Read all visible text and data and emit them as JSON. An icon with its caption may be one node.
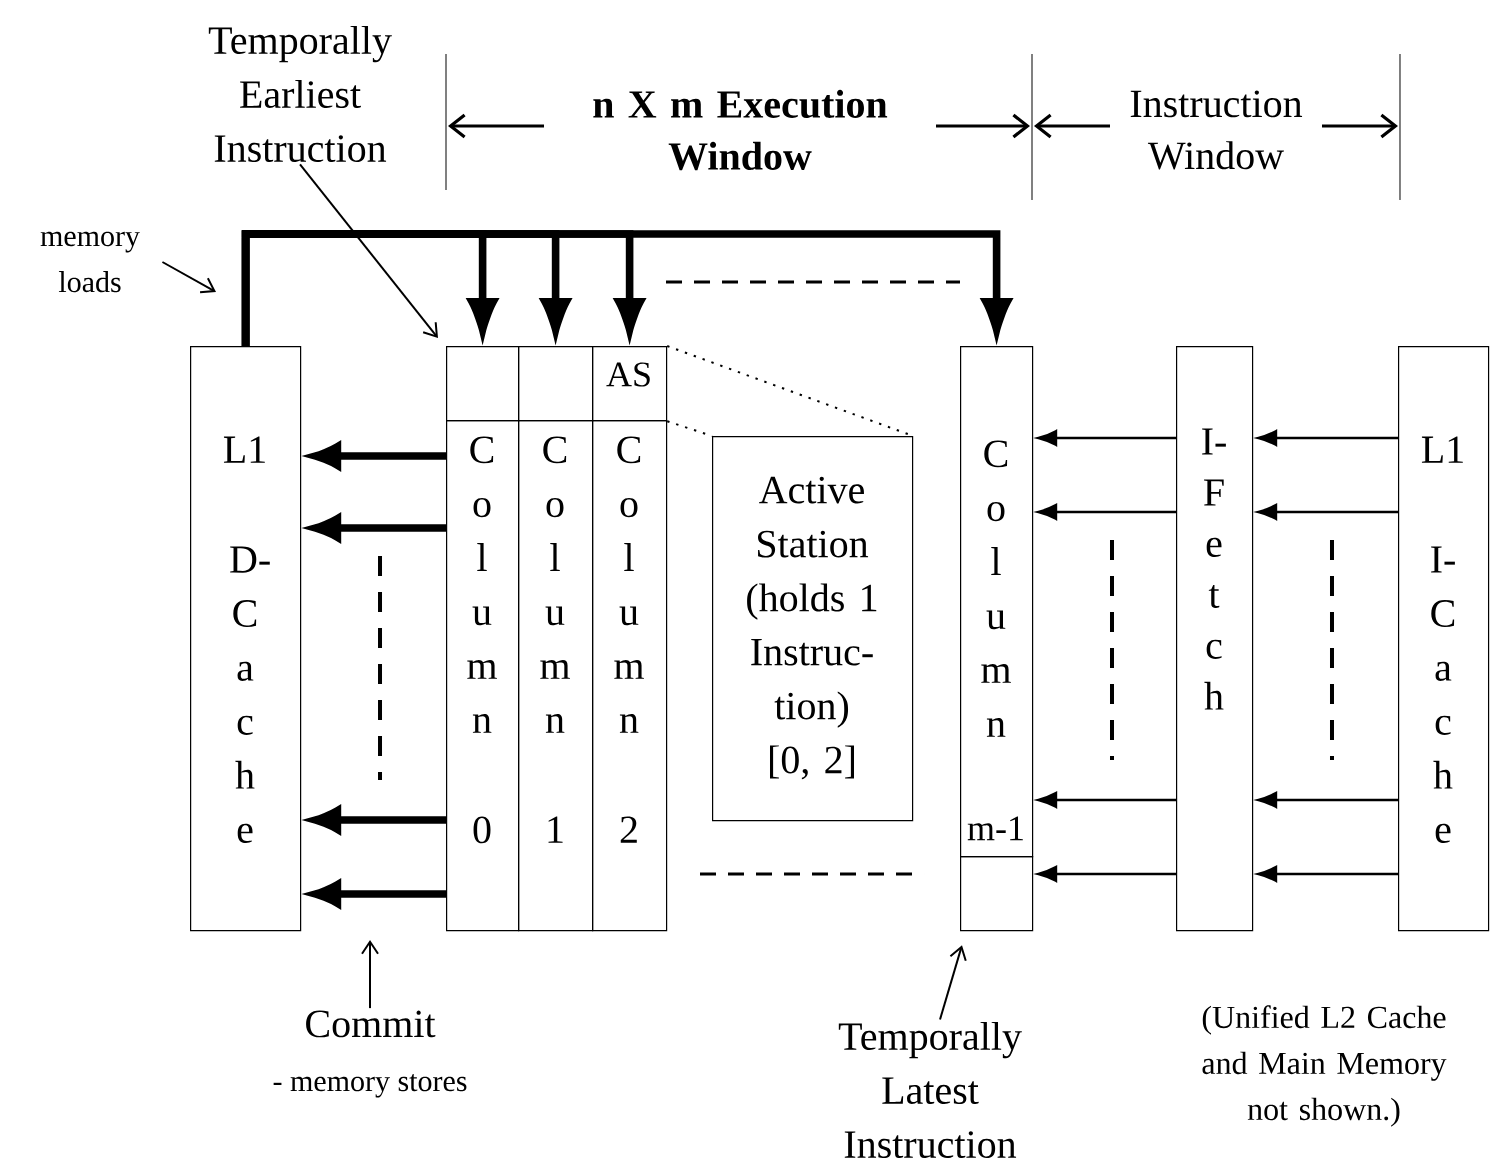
{
  "diagram": {
    "nodes": [
      {
        "text": [
          "Temporally Earliest Instruction"
        ]
      },
      {
        "text": [
          "memory loads"
        ]
      },
      {
        "text": [
          "L1",
          "D- C a c h e"
        ]
      },
      {
        "text": [],
        "shape": "box"
      },
      {
        "text": [],
        "shape": "box"
      },
      {
        "text": [
          "AS"
        ]
      },
      {
        "text": [
          "C o l u m n",
          "0"
        ]
      },
      {
        "text": [
          "C o l u m n",
          "1"
        ]
      },
      {
        "text": [
          "C o l u m n",
          "2"
        ]
      },
      {
        "text": [
          "Active Station (holds 1 Instruc- tion)",
          "[0, 2]"
        ]
      },
      {
        "text": [
          "C o l u m n",
          "m-1"
        ]
      },
      {
        "text": [],
        "shape": "box"
      },
      {
        "text": [
          "I- F e t c h"
        ]
      },
      {
        "text": [
          "L1",
          "I- C a c h e"
        ]
      },
      {
        "text": [
          "Commit",
          "- memory stores"
        ]
      },
      {
        "text": [
          "Temporally Latest Instruction"
        ]
      }
    ],
    "edges": [
      {
        "from": 0,
        "to": 3,
        "arrow": "to"
      },
      {
        "from": 1,
        "to": null,
        "arrow": "to"
      },
      {
        "from": 2,
        "to": 3,
        "arrow": "to",
        "style": "thick"
      },
      {
        "from": 2,
        "to": 4,
        "arrow": "to",
        "style": "thick"
      },
      {
        "from": 2,
        "to": 5,
        "arrow": "to",
        "style": "thick"
      },
      {
        "from": 2,
        "to": 10,
        "arrow": "to",
        "style": "thick"
      },
      {
        "from": 5,
        "to": 9,
        "arrow": "none",
        "style": "dashed"
      },
      {
        "from": 5,
        "to": 9,
        "arrow": "none",
        "style": "dashed"
      },
      {
        "from": 6,
        "to": 2,
        "arrow": "to",
        "style": "thick"
      },
      {
        "from": 6,
        "to": 2,
        "arrow": "to",
        "style": "thick"
      },
      {
        "from": 6,
        "to": 2,
        "arrow": "to",
        "style": "thick"
      },
      {
        "from": 6,
        "to": 2,
        "arrow": "to",
        "style": "thick"
      },
      {
        "from": 12,
        "to": 10,
        "arrow": "to"
      },
      {
        "from": 12,
        "to": 10,
        "arrow": "to"
      },
      {
        "from": 12,
        "to": 10,
        "arrow": "to"
      },
      {
        "from": 12,
        "to": 11,
        "arrow": "to"
      },
      {
        "from": 13,
        "to": 12,
        "arrow": "to"
      },
      {
        "from": 13,
        "to": 12,
        "arrow": "to"
      },
      {
        "from": 13,
        "to": 12,
        "arrow": "to"
      },
      {
        "from": 13,
        "to": 12,
        "arrow": "to"
      },
      {
        "from": 14,
        "to": null,
        "arrow": "to"
      },
      {
        "from": 15,
        "to": 11,
        "arrow": "to"
      }
    ],
    "labels": [
      "n X m Execution Window",
      "Instruction Window",
      "(Unified L2 Cache and Main Memory not shown.)"
    ]
  }
}
